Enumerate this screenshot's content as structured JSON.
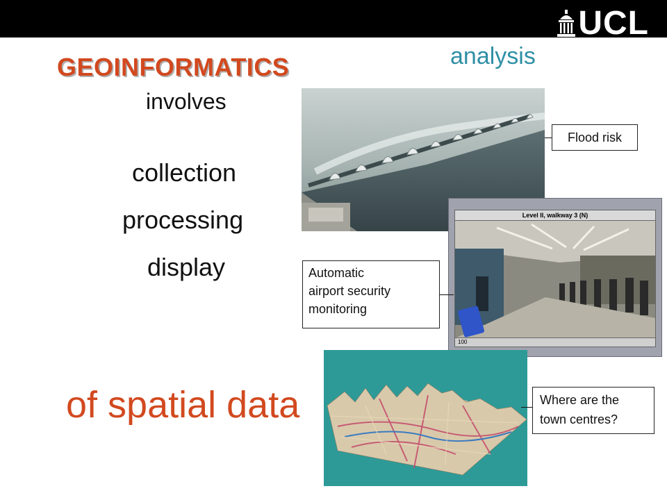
{
  "header": {
    "logo_text": "UCL",
    "logo_icon": "ucl-portico-icon"
  },
  "slide": {
    "title": "GEOINFORMATICS",
    "involves": "involves",
    "analysis": "analysis",
    "items": [
      "collection",
      "processing",
      "display"
    ],
    "tagline": "of spatial data"
  },
  "images": {
    "flood": {
      "icon": "thames-barrier-photo"
    },
    "airport": {
      "window_title": "Level II, walkway 3 (N)",
      "status_zoom": "100"
    },
    "terrain": {
      "icon": "terrain-3d-map"
    }
  },
  "callouts": {
    "flood": "Flood risk",
    "airport": [
      "Automatic",
      "airport security",
      "monitoring"
    ],
    "town": [
      "Where are the",
      "town centres?"
    ]
  },
  "colors": {
    "accent_orange": "#d2491f",
    "analysis_teal": "#2f8fa6",
    "terrain_bg": "#2d9a97"
  }
}
